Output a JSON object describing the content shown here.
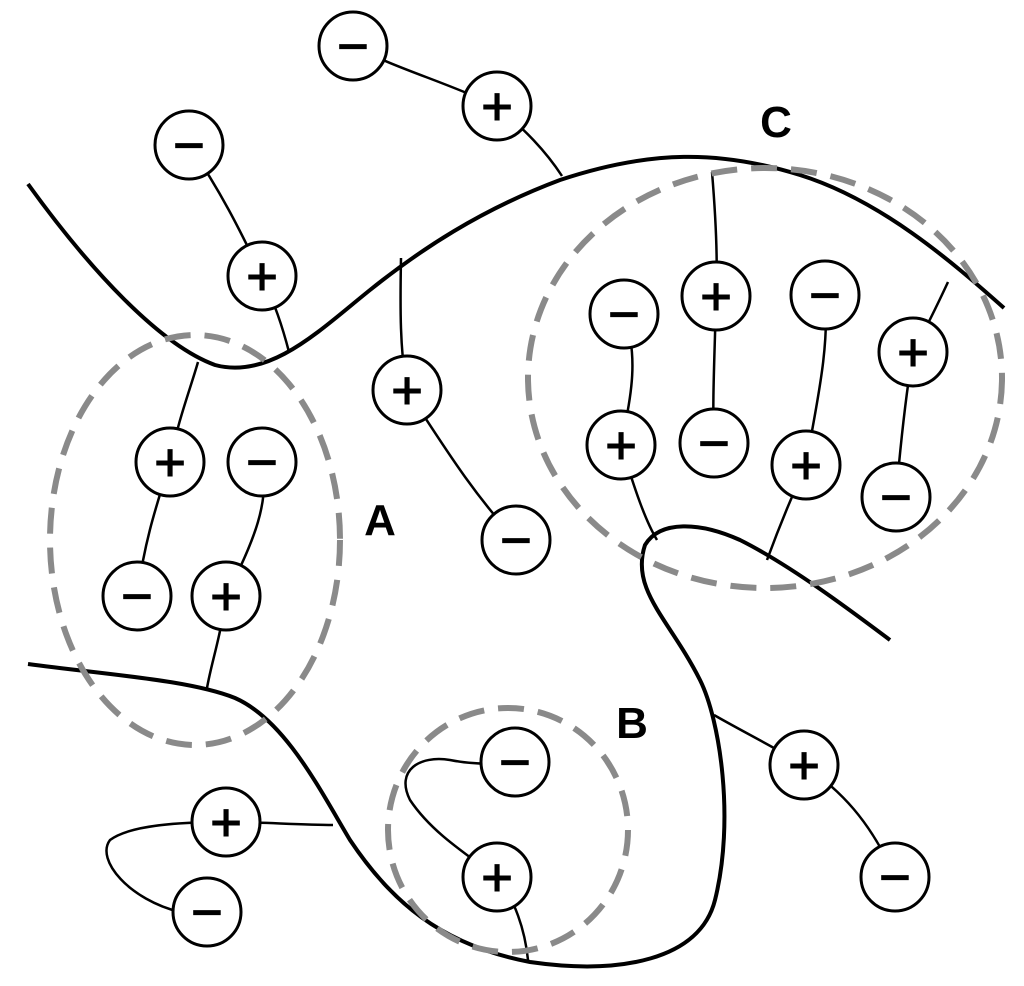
{
  "colors": {
    "line": "#000000",
    "group_ring": "#8a8a8a",
    "background": "#ffffff"
  },
  "labels": {
    "a": "A",
    "b": "B",
    "c": "C"
  },
  "symbols": {
    "positive": "+",
    "negative": "−"
  }
}
